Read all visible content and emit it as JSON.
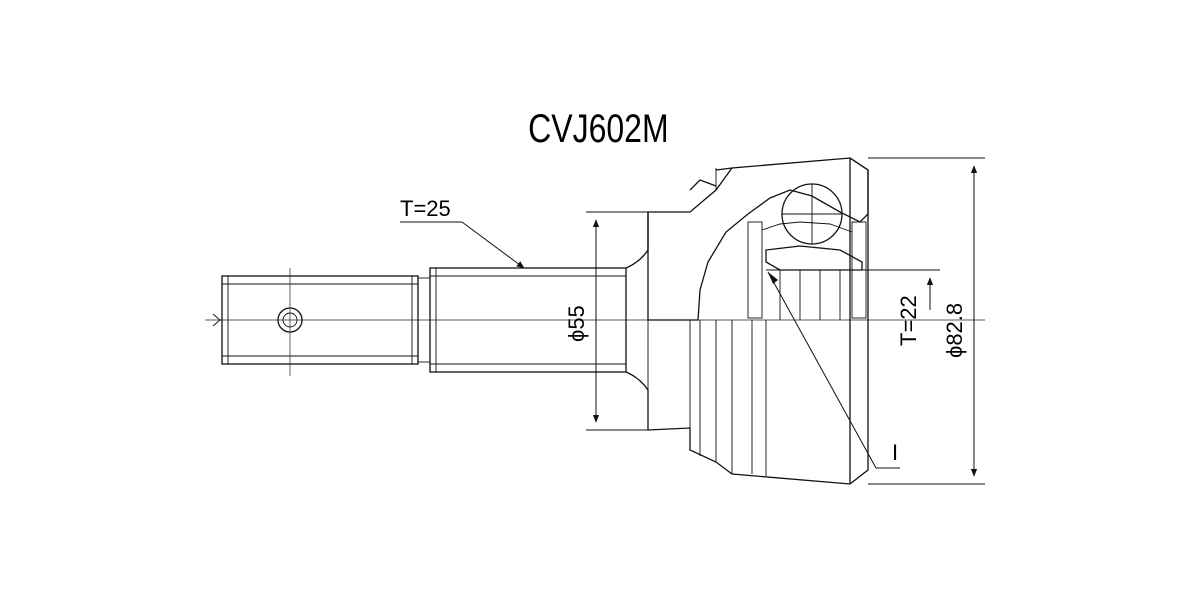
{
  "title": "CVJ602M",
  "labels": {
    "shaft_spline_teeth": "T=25",
    "shaft_diameter": "ϕ55",
    "inner_spline_teeth": "T=22",
    "outer_diameter": "ϕ82.8",
    "inner_marker": "I"
  },
  "colors": {
    "line": "#111111",
    "background": "#ffffff"
  }
}
